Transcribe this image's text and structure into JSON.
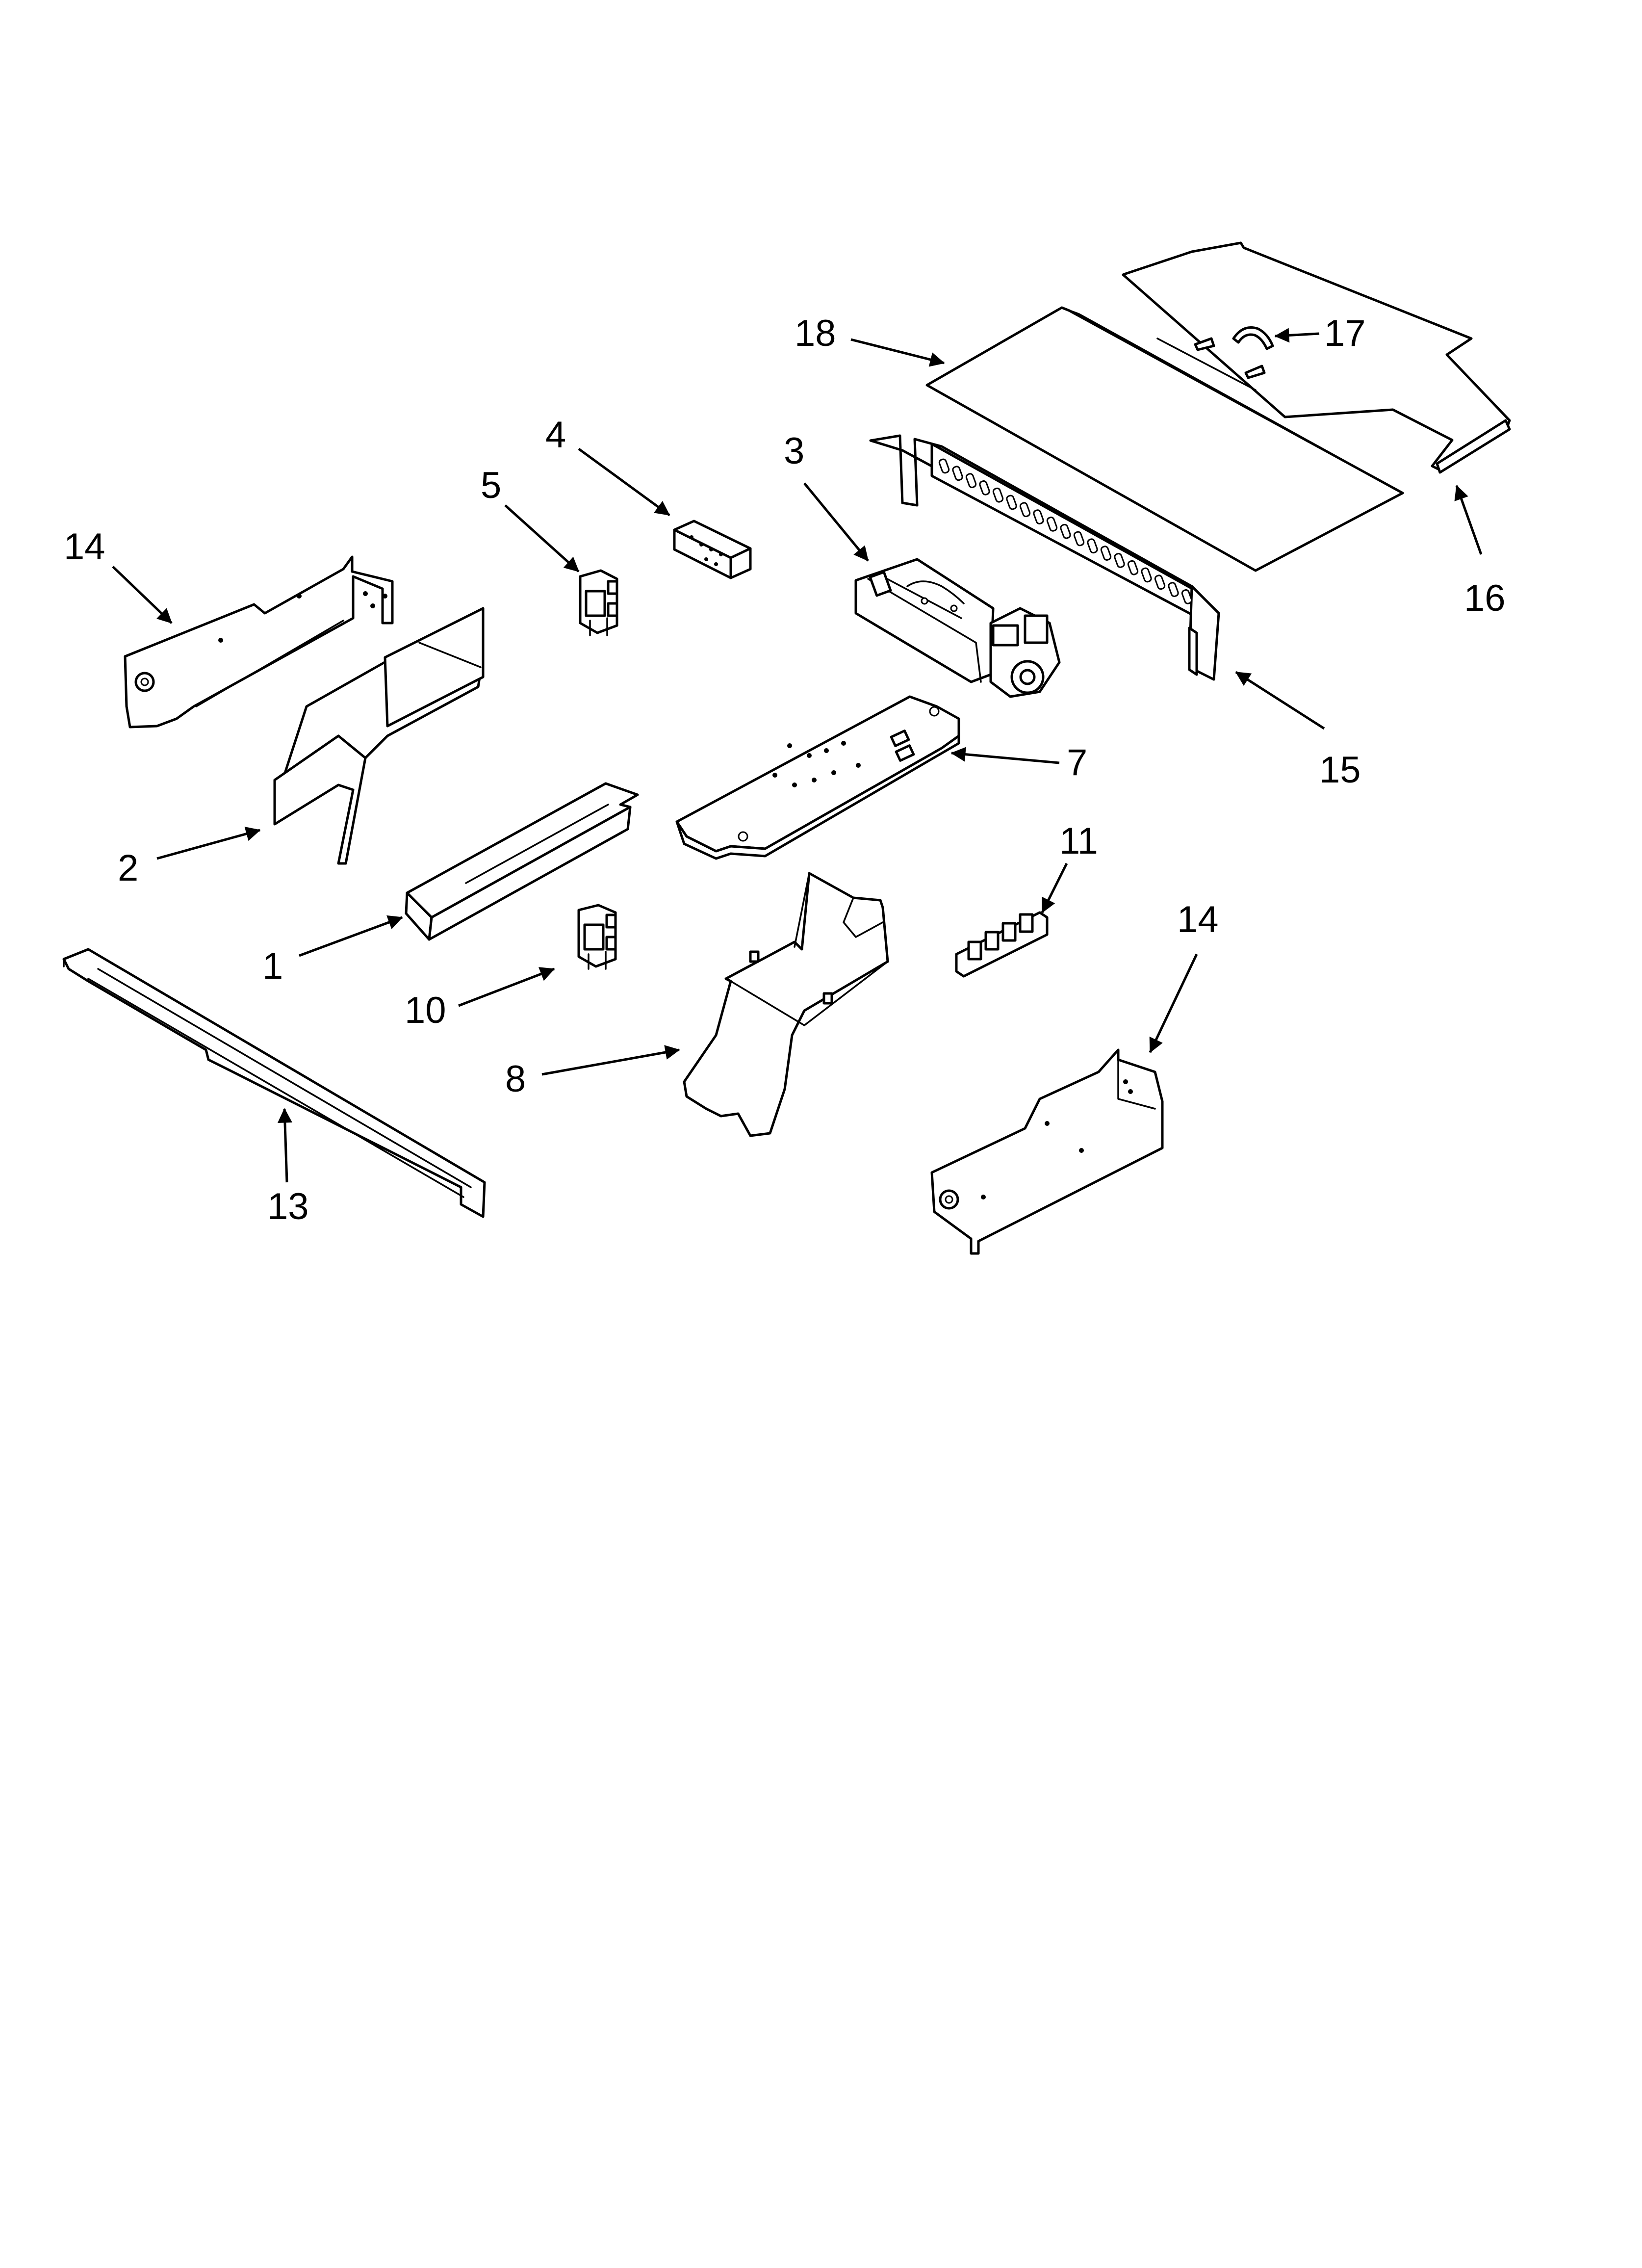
{
  "callouts": [
    {
      "id": "c1",
      "label": "1"
    },
    {
      "id": "c2",
      "label": "2"
    },
    {
      "id": "c3",
      "label": "3"
    },
    {
      "id": "c4",
      "label": "4"
    },
    {
      "id": "c5",
      "label": "5"
    },
    {
      "id": "c7",
      "label": "7"
    },
    {
      "id": "c8",
      "label": "8"
    },
    {
      "id": "c10",
      "label": "10"
    },
    {
      "id": "c11",
      "label": "11"
    },
    {
      "id": "c13",
      "label": "13"
    },
    {
      "id": "c14a",
      "label": "14"
    },
    {
      "id": "c14b",
      "label": "14"
    },
    {
      "id": "c15",
      "label": "15"
    },
    {
      "id": "c16",
      "label": "16"
    },
    {
      "id": "c17",
      "label": "17"
    },
    {
      "id": "c18",
      "label": "18"
    }
  ],
  "style": {
    "line_color": "#000000",
    "background": "#ffffff"
  }
}
